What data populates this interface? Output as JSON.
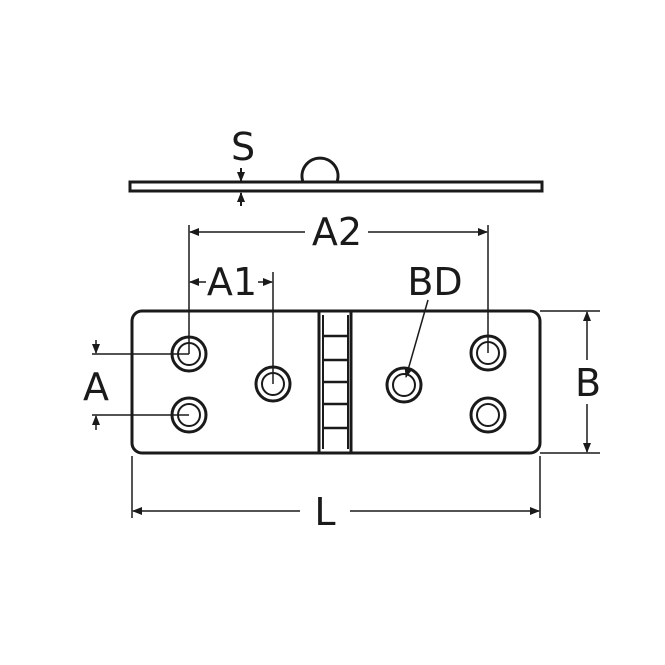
{
  "diagram": {
    "labels": {
      "thickness": "S",
      "hole_spacing_long": "A2",
      "hole_offset": "A1",
      "hole_diameter": "BD",
      "hole_spacing_short": "A",
      "width": "B",
      "length": "L"
    },
    "colors": {
      "ink": "#1a1a1a",
      "background": "#ffffff"
    }
  }
}
